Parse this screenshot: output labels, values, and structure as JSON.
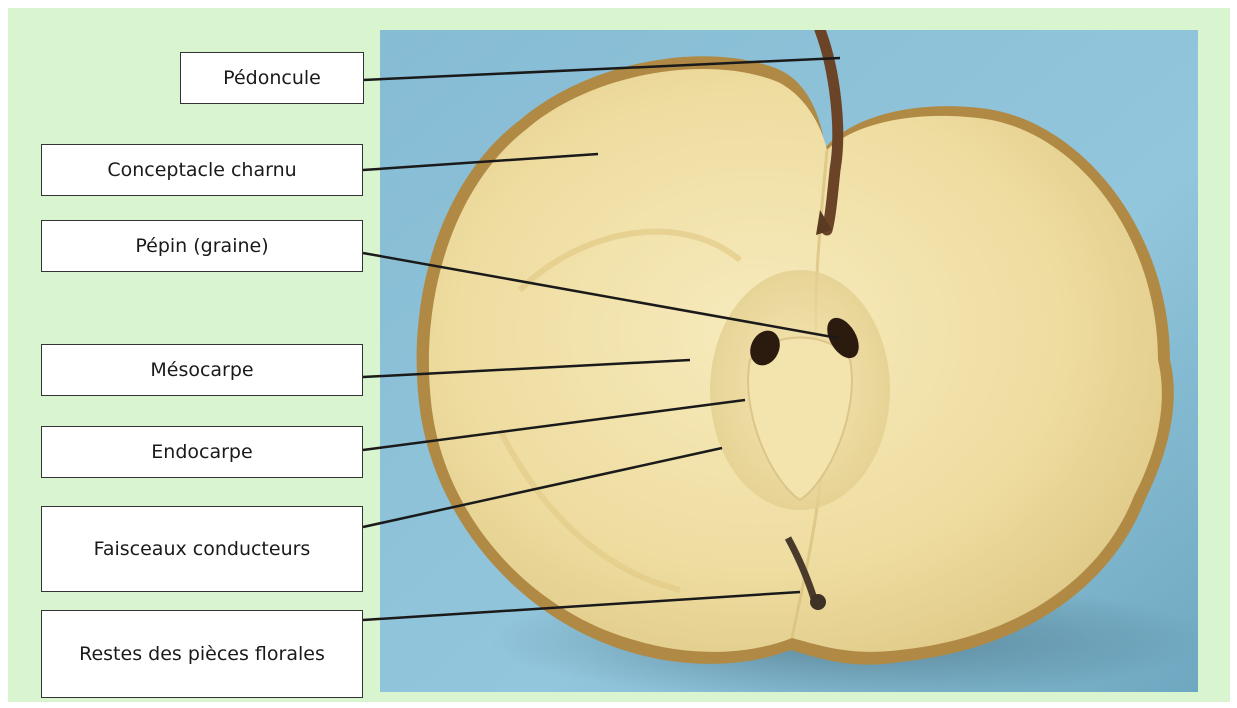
{
  "labels": {
    "peduncle": "Pédoncule",
    "receptacle": "Conceptacle charnu",
    "seed": "Pépin (graine)",
    "mesocarp": "Mésocarpe",
    "endocarp": "Endocarpe",
    "bundles": "Faisceaux conducteurs",
    "floral_remains": "Restes des pièces florales"
  },
  "colors": {
    "panel_background": "#d8f5d0",
    "photo_background": "#8fc2d8",
    "apple_flesh": "#efe0a8",
    "leader_line": "#1a1a1a"
  }
}
